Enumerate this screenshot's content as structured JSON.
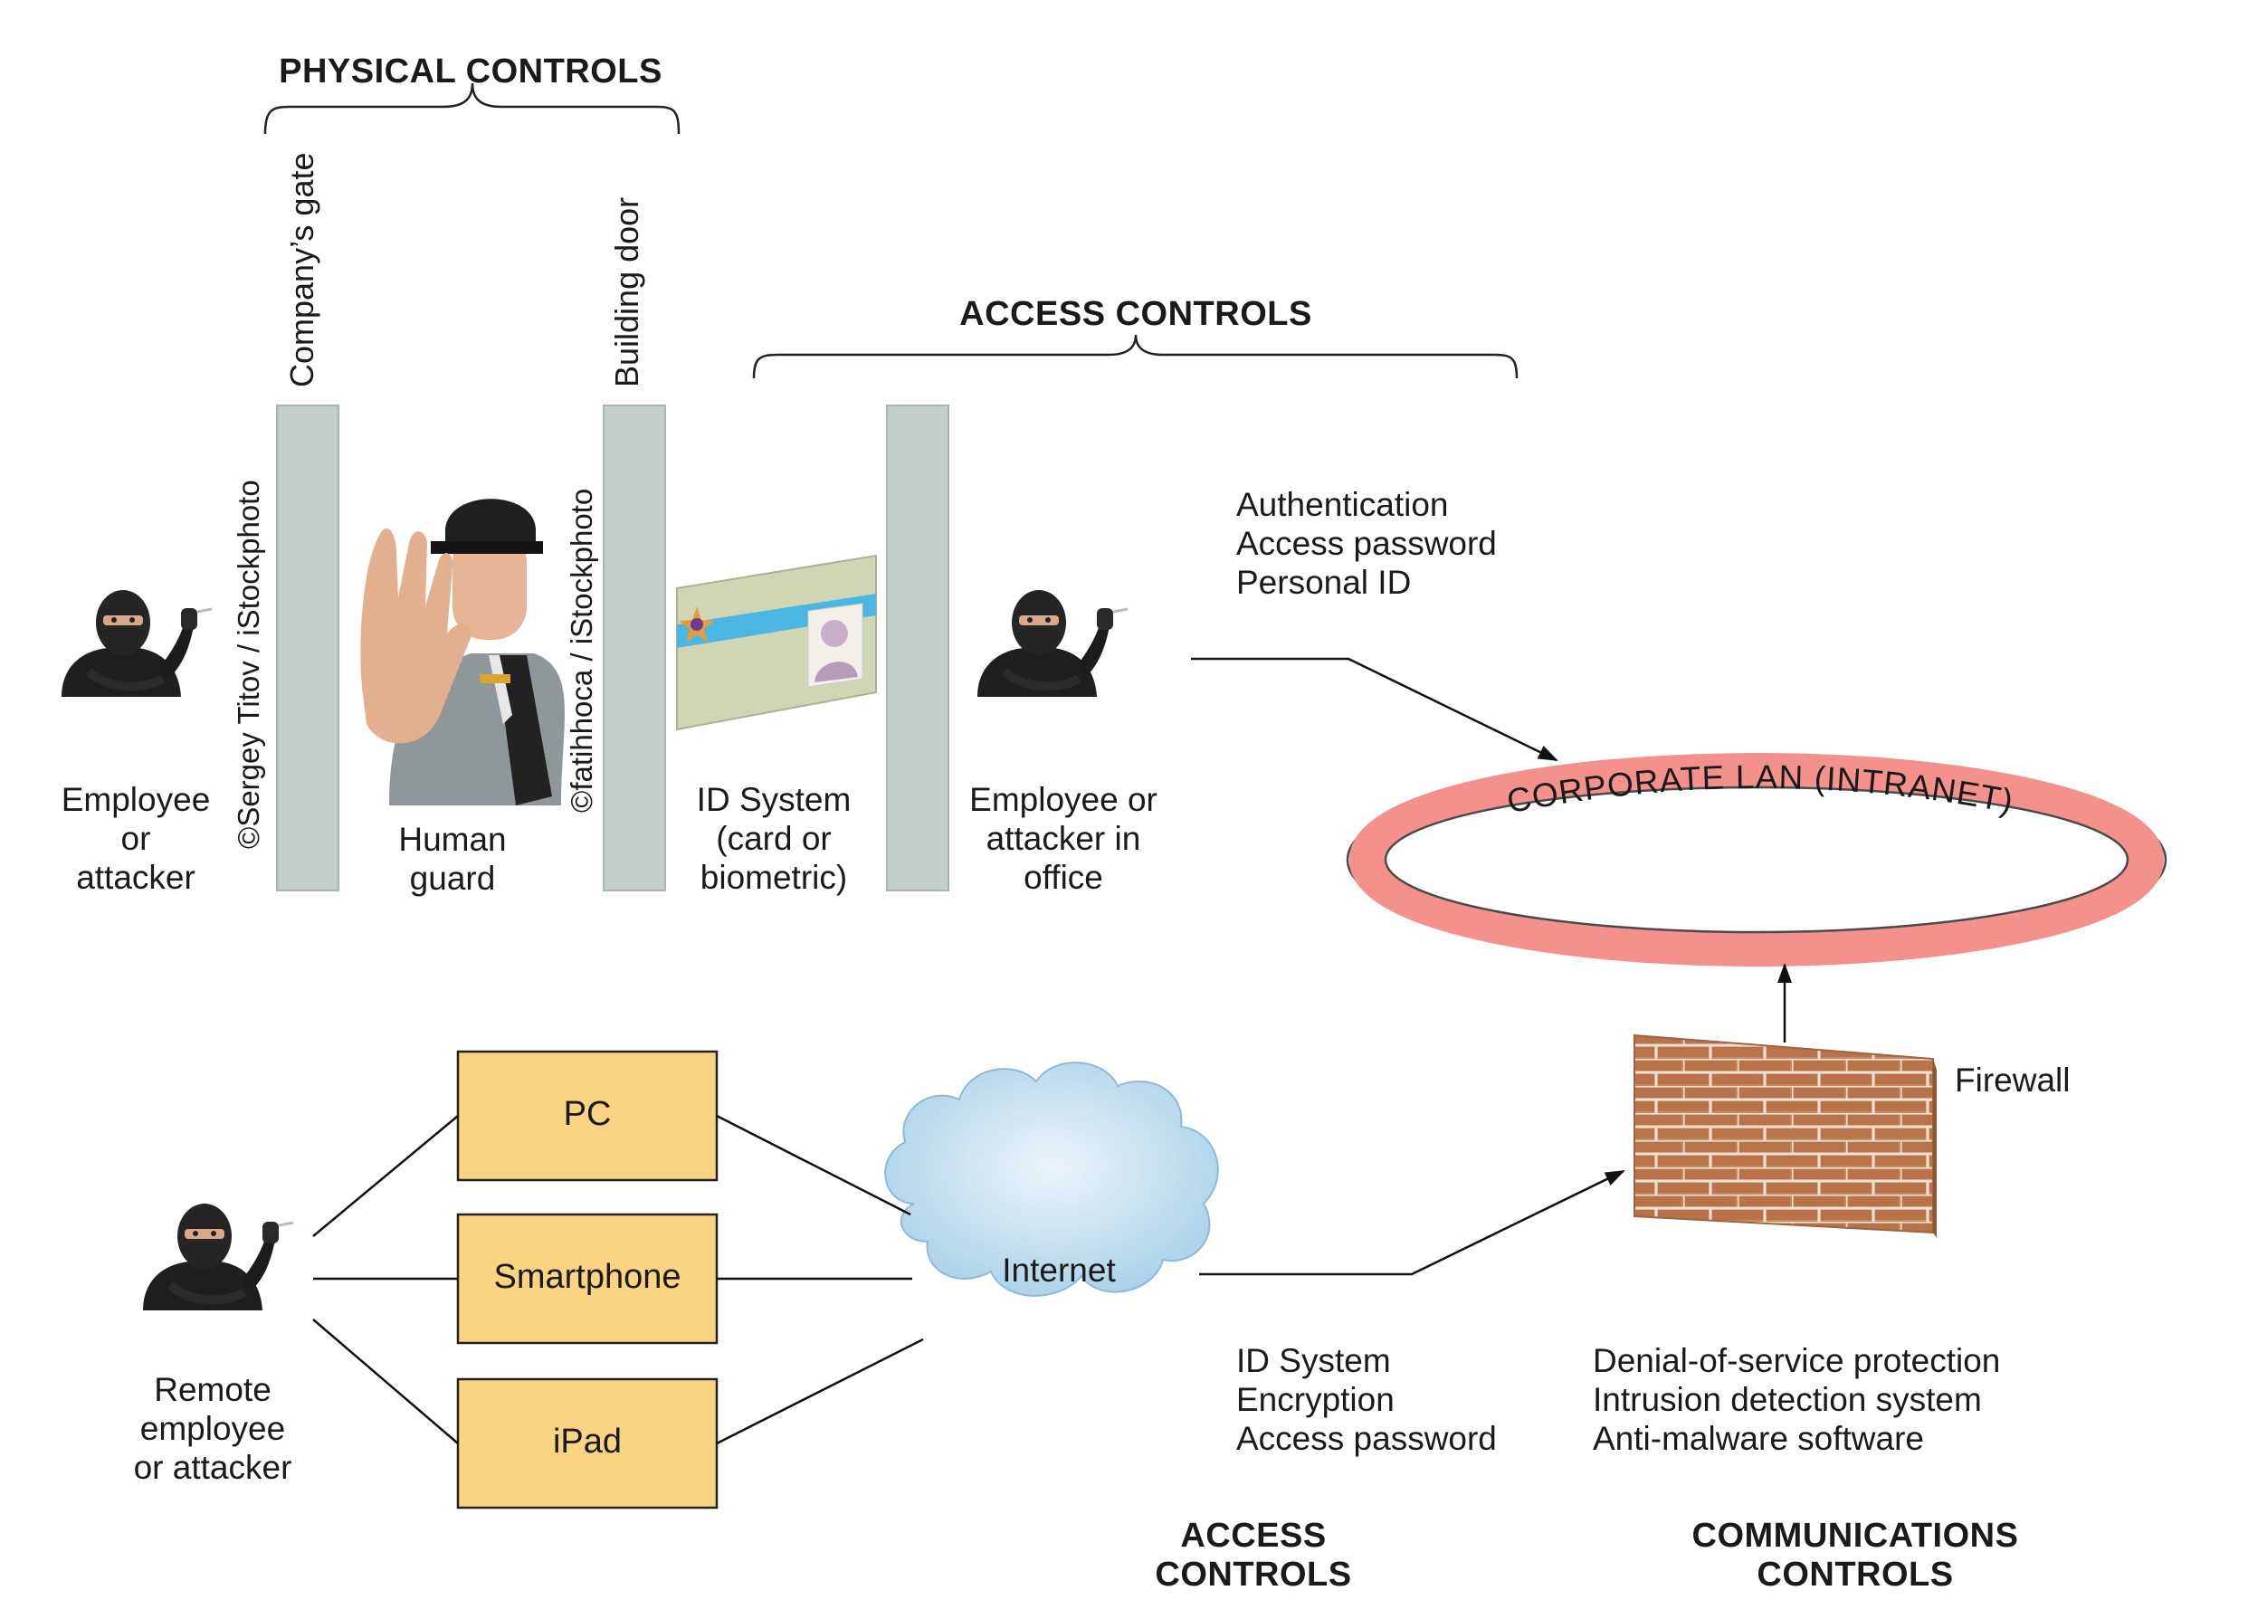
{
  "headings": {
    "physical_controls": "PHYSICAL CONTROLS",
    "access_controls_top": "ACCESS CONTROLS",
    "access_controls_bottom": [
      "ACCESS",
      "CONTROLS"
    ],
    "communications_controls": [
      "COMMUNICATIONS",
      "CONTROLS"
    ]
  },
  "barriers": {
    "company_gate": "Company’s gate",
    "building_door": "Building door"
  },
  "credits": {
    "photo_1": "©Sergey Titov / iStockphoto",
    "photo_2": "©fatihhoca / iStockphoto"
  },
  "people": {
    "attacker_left": [
      "Employee",
      "or",
      "attacker"
    ],
    "human_guard": [
      "Human",
      "guard"
    ],
    "id_system": [
      "ID System",
      "(card or",
      "biometric)"
    ],
    "attacker_office": [
      "Employee or",
      "attacker in",
      "office"
    ],
    "remote_attacker": [
      "Remote",
      "employee",
      "or attacker"
    ]
  },
  "network": {
    "lan_label": "CORPORATE LAN (INTRANET)",
    "internet_label": "Internet",
    "firewall_label": "Firewall",
    "devices": [
      "PC",
      "Smartphone",
      "iPad"
    ]
  },
  "lists": {
    "lan_access": [
      "Authentication",
      "Access password",
      "Personal ID"
    ],
    "internet_access": [
      "ID System",
      "Encryption",
      "Access password"
    ],
    "communications": [
      "Denial-of-service protection",
      "Intrusion detection system",
      "Anti-malware software"
    ]
  },
  "colors": {
    "barrier": "#c3cdcb",
    "device_box": "#fad483",
    "lan_ring": "#f4918c",
    "cloud": "#bfdcee",
    "brick": "#c98a62",
    "card": "#cfd6b4",
    "card_stripe": "#4bb6e3"
  },
  "icons": [
    "attacker-icon",
    "guard-photo",
    "id-card-icon",
    "cloud-icon",
    "brick-wall-icon"
  ]
}
